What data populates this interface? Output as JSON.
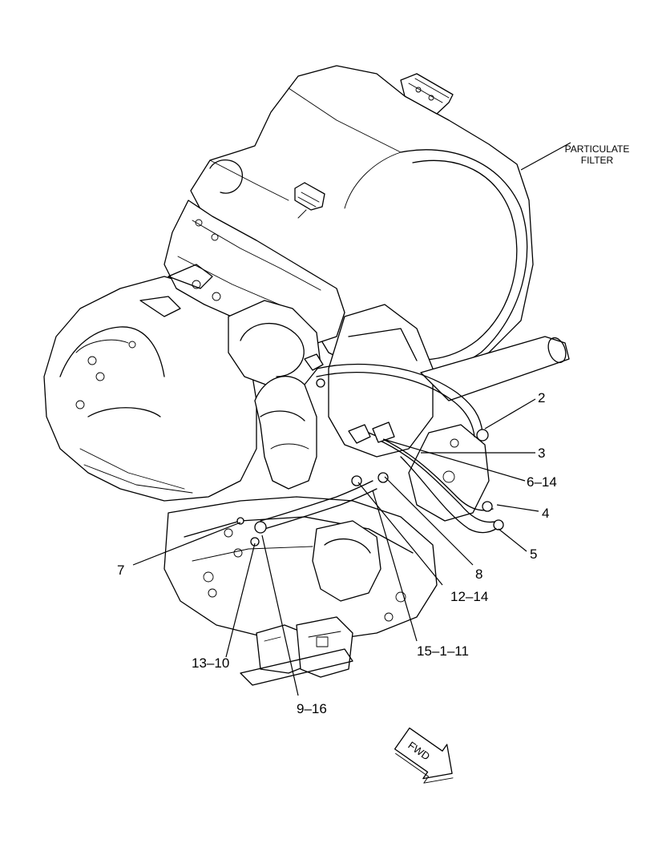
{
  "callouts": {
    "particulate_filter_line1": "PARTICULATE",
    "particulate_filter_line2": "FILTER",
    "c2": "2",
    "c3": "3",
    "c6_14": "6–14",
    "c4": "4",
    "c5": "5",
    "c7": "7",
    "c8": "8",
    "c12_14": "12–14",
    "c15_1_11": "15–1–11",
    "c13_10": "13–10",
    "c9_16": "9–16"
  },
  "direction_arrow": {
    "label": "FWD"
  }
}
